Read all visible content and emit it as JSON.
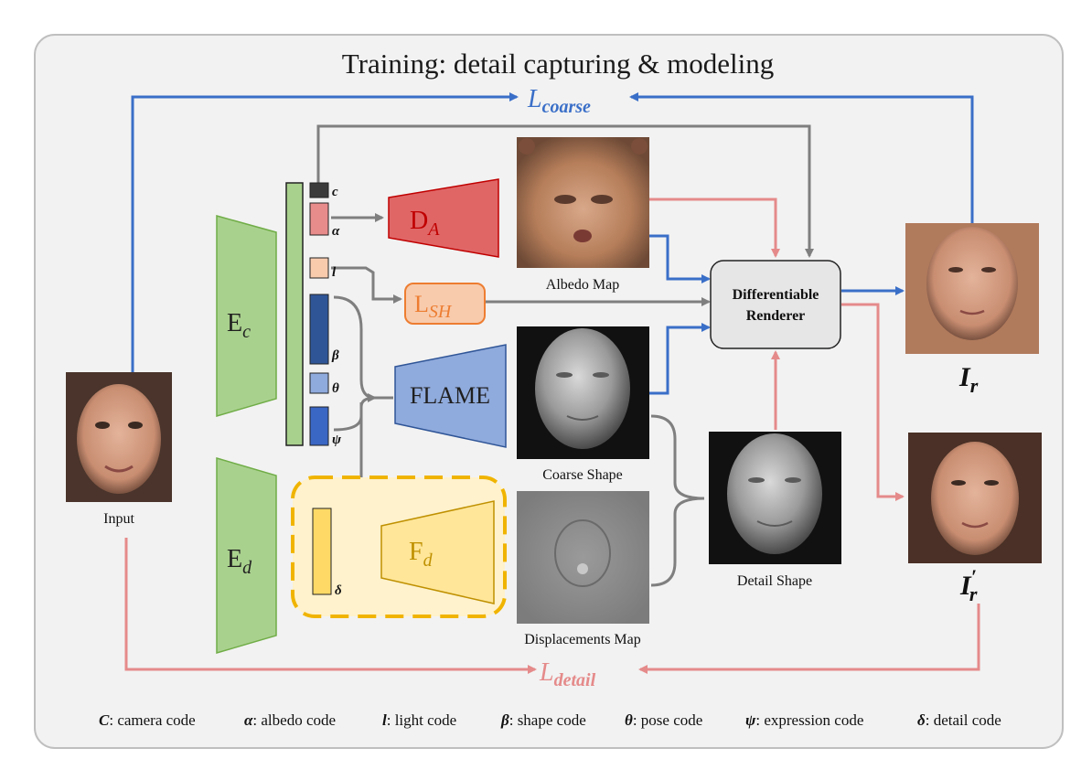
{
  "title": "Training: detail capturing & modeling",
  "losses": {
    "coarse": {
      "main": "L",
      "sub": "coarse"
    },
    "detail": {
      "main": "L",
      "sub": "detail"
    }
  },
  "blocks": {
    "encoder_coarse": {
      "main": "E",
      "sub": "c"
    },
    "encoder_detail": {
      "main": "E",
      "sub": "d"
    },
    "albedo_decoder": {
      "main": "D",
      "sub": "A"
    },
    "light_sh": {
      "main": "L",
      "sub": "SH"
    },
    "flame": "FLAME",
    "detail_decoder": {
      "main": "F",
      "sub": "d"
    },
    "renderer": [
      "Differentiable",
      "Renderer"
    ]
  },
  "codes": {
    "c": "c",
    "alpha": "α",
    "l": "l",
    "beta": "β",
    "theta": "θ",
    "psi": "ψ",
    "delta": "δ"
  },
  "images": {
    "input": "Input",
    "albedo_map": "Albedo Map",
    "coarse_shape": "Coarse Shape",
    "displacements_map": "Displacements Map",
    "detail_shape": "Detail Shape"
  },
  "outputs": {
    "ir": {
      "main": "I",
      "sub": "r"
    },
    "ir_prime": {
      "main": "I",
      "sup": "′",
      "sub": "r"
    }
  },
  "legend": [
    {
      "symbol": "C",
      "label": ": camera code"
    },
    {
      "symbol": "α",
      "label": ": albedo code"
    },
    {
      "symbol": "l",
      "label": ": light code"
    },
    {
      "symbol": "β",
      "label": ": shape code"
    },
    {
      "symbol": "θ",
      "label": ":  pose code"
    },
    {
      "symbol": "ψ",
      "label": ": expression code"
    },
    {
      "symbol": "δ",
      "label": ": detail code"
    }
  ],
  "colors": {
    "blue_arrow": "#3a6fc8",
    "pink_arrow": "#e58a8a",
    "gray_arrow": "#7f7f7f",
    "encoder_green": "#a9d18e",
    "albedo_red": "#e06666",
    "light_orange": "#f4b183",
    "flame_blue": "#8faadc",
    "detail_yellow": "#ffd966"
  }
}
